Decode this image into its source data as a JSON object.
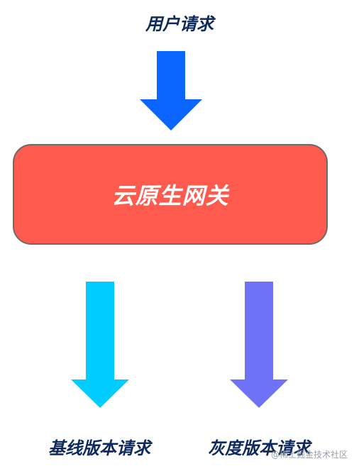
{
  "top_label": "用户请求",
  "gateway": {
    "label": "云原生网关",
    "color": "#ff5a4e"
  },
  "left_label": "基线版本请求",
  "right_label": "灰度版本请求",
  "watermark": "@稀土掘金技术社区",
  "colors": {
    "top_arrow": "#0a66ff",
    "left_arrow": "#00ccff",
    "right_arrow": "#6e72f7",
    "label_text": "#0e2a5c"
  }
}
